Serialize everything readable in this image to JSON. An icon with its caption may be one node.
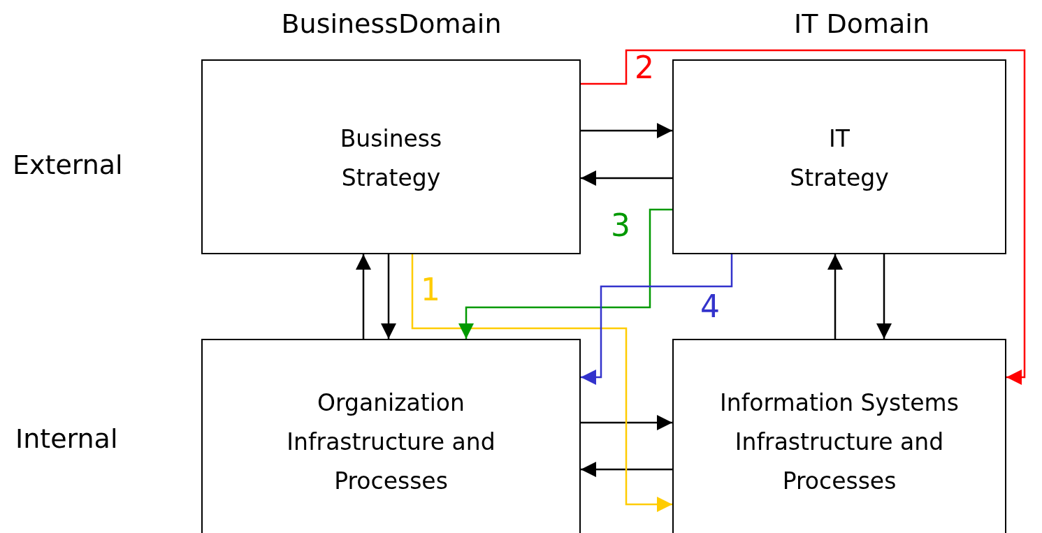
{
  "diagram": {
    "nodes": [
      {
        "text": [
          "Business Strategy"
        ]
      },
      {
        "text": [
          "IT Strategy"
        ]
      },
      {
        "text": [
          "Organization Infrastructure and Processes"
        ]
      },
      {
        "text": [
          "Information Systems Infrastructure and Processes"
        ]
      }
    ],
    "edges": [
      {
        "from": 0,
        "to": 1,
        "arrow": "to"
      },
      {
        "from": 1,
        "to": 0,
        "arrow": "to"
      },
      {
        "from": 2,
        "to": 0,
        "arrow": "to"
      },
      {
        "from": 0,
        "to": 2,
        "arrow": "to"
      },
      {
        "from": 3,
        "to": 1,
        "arrow": "to"
      },
      {
        "from": 1,
        "to": 3,
        "arrow": "to"
      },
      {
        "from": 2,
        "to": 3,
        "arrow": "to"
      },
      {
        "from": 3,
        "to": 2,
        "arrow": "to"
      },
      {
        "from": 0,
        "to": 3,
        "arrow": "to",
        "label": "1",
        "color": "#ffcc00"
      },
      {
        "from": 0,
        "to": 3,
        "arrow": "to",
        "label": "2",
        "color": "#ff0000"
      },
      {
        "from": 1,
        "to": 2,
        "arrow": "to",
        "label": "3",
        "color": "#009900"
      },
      {
        "from": 1,
        "to": 2,
        "arrow": "to",
        "label": "4",
        "color": "#3333cc"
      }
    ],
    "labels": [
      "BusinessDomain",
      "IT Domain",
      "External",
      "Internal"
    ]
  }
}
